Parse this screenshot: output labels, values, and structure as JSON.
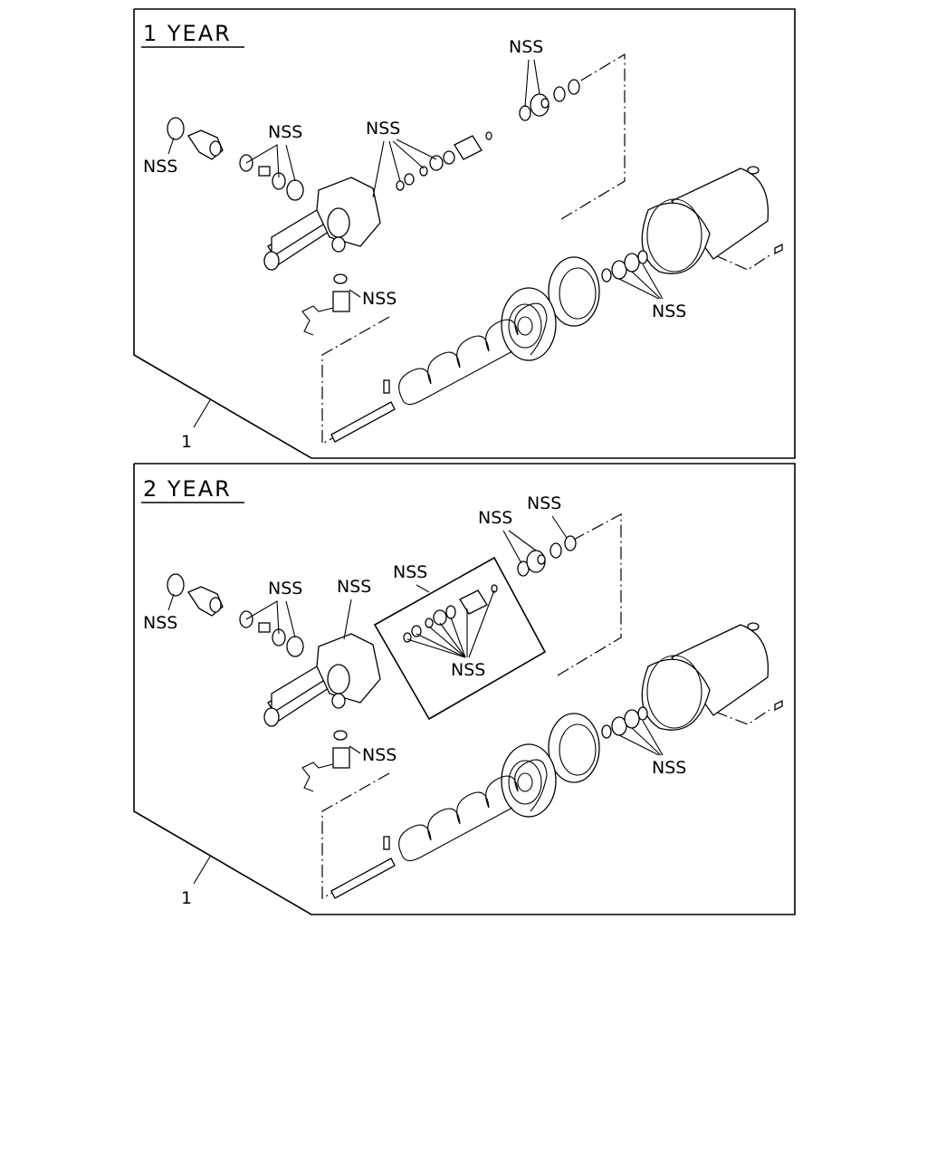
{
  "panels": [
    {
      "title": "1  YEAR",
      "callout_ref": "1",
      "labels": [
        "NSS",
        "NSS",
        "NSS",
        "NSS",
        "NSS",
        "NSS"
      ]
    },
    {
      "title": "2  YEAR",
      "callout_ref": "1",
      "labels": [
        "NSS",
        "NSS",
        "NSS",
        "NSS",
        "NSS",
        "NSS",
        "NSS",
        "NSS",
        "NSS"
      ]
    }
  ]
}
